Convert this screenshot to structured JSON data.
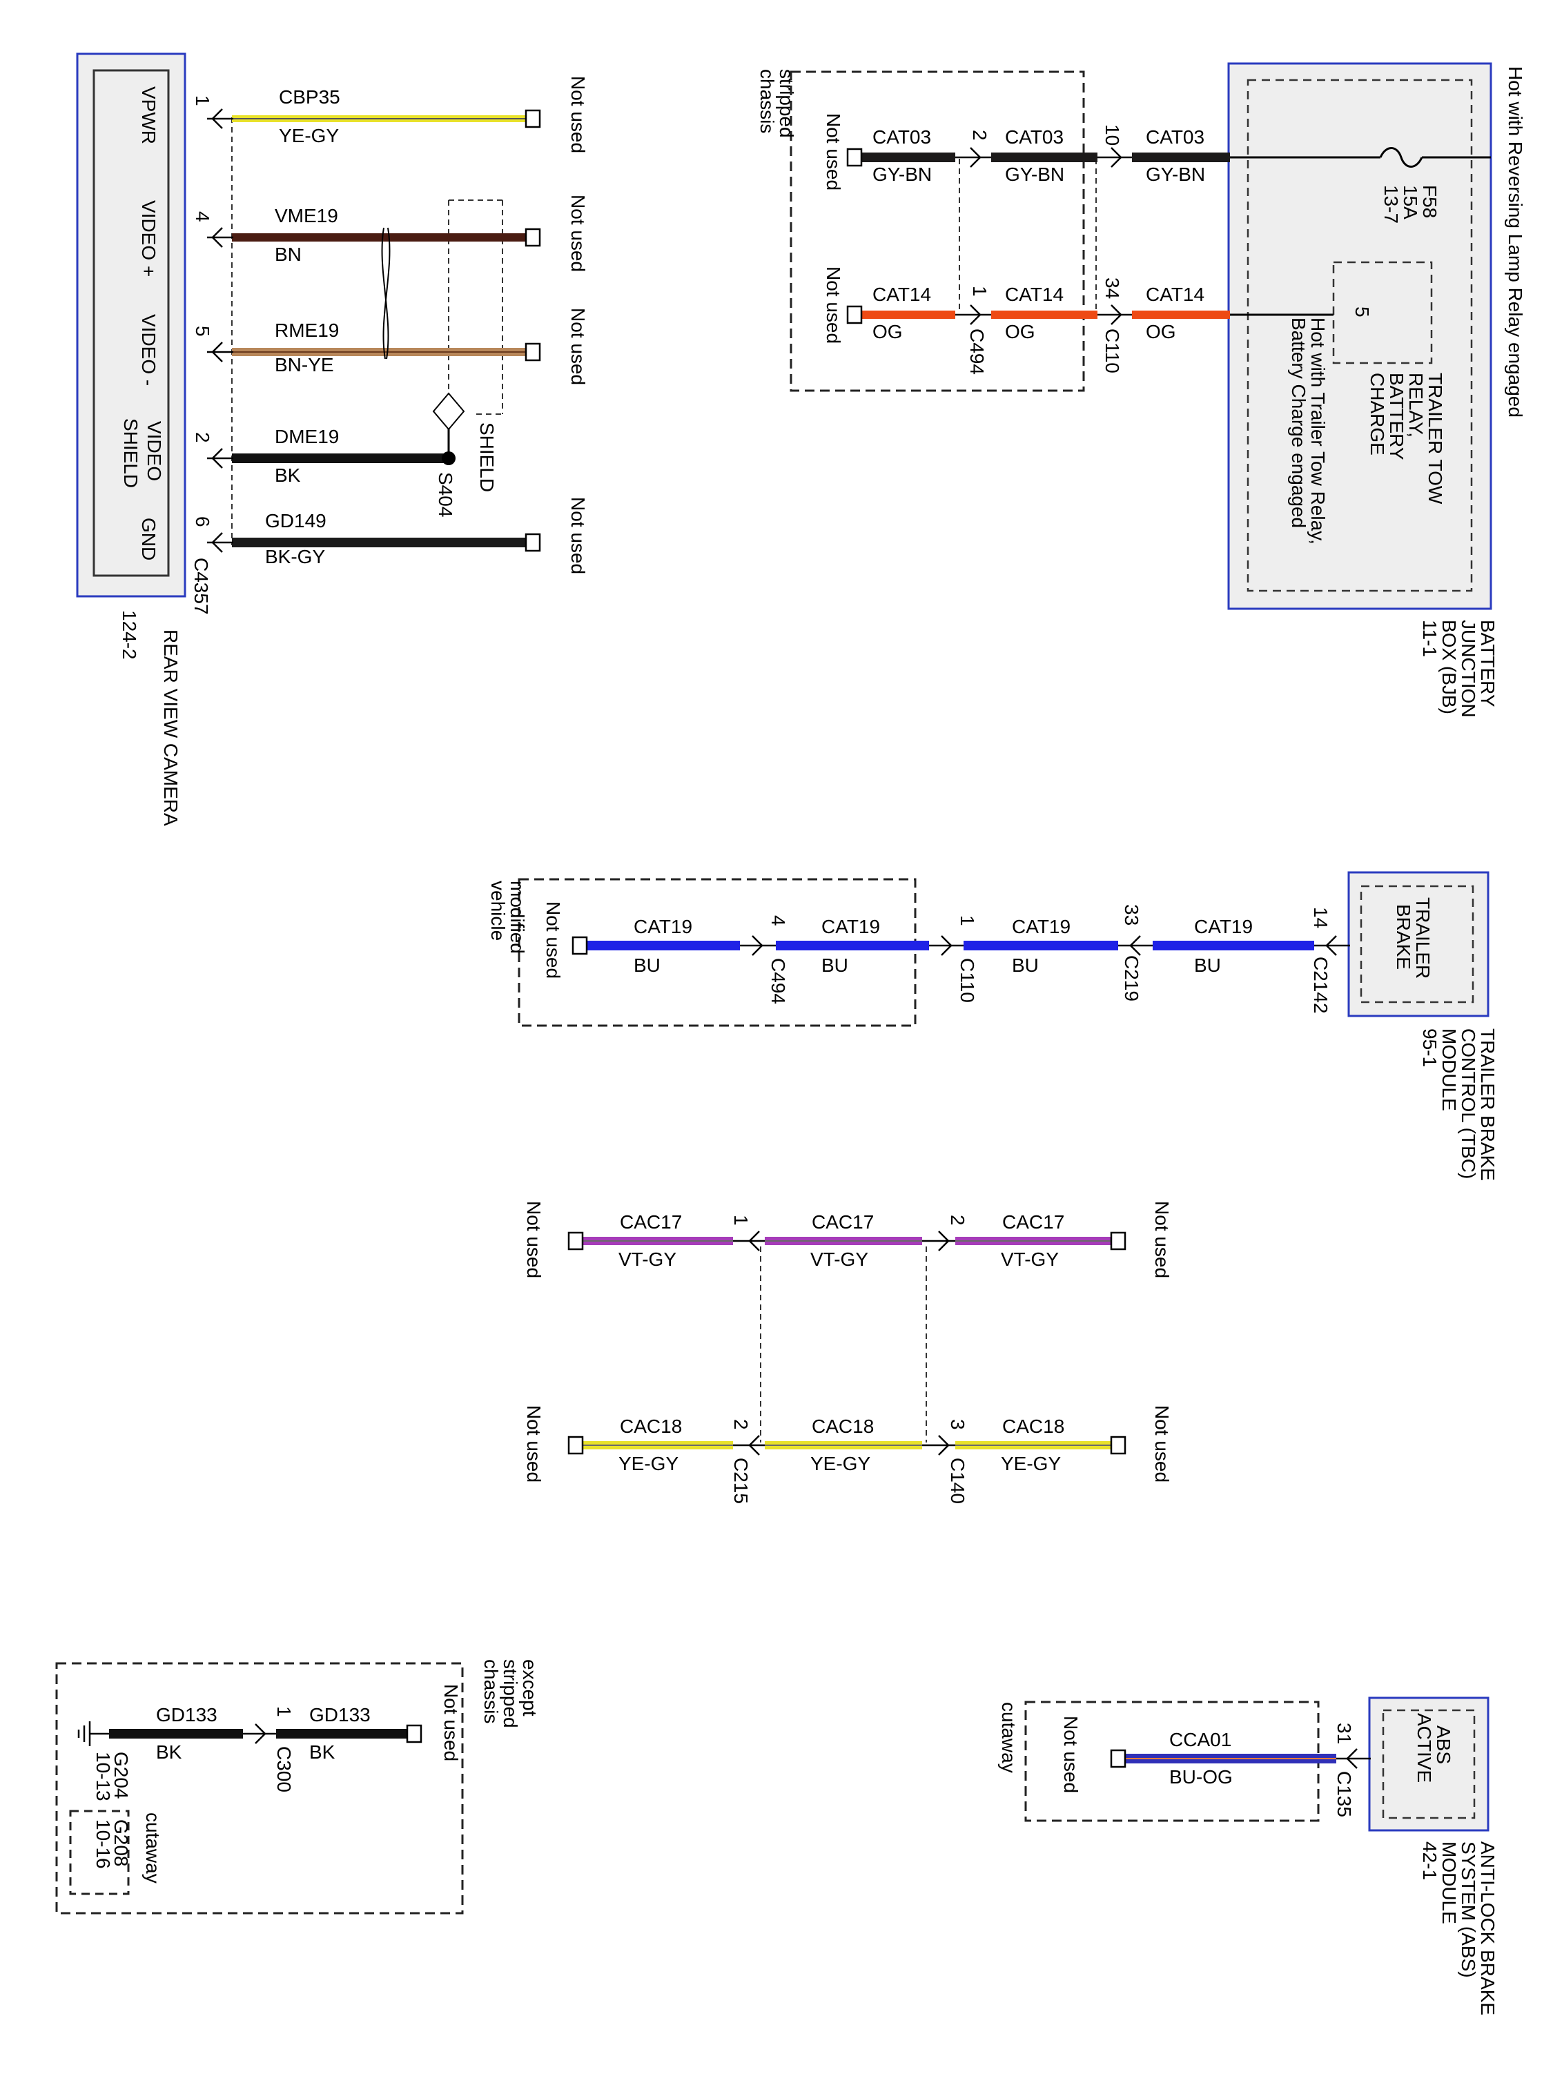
{
  "colors": {
    "frame": "#2a3bbf",
    "module_fill": "#eeeeee",
    "YE-GY": "#e9e22a",
    "BN": "#4a1c12",
    "BN-YE": "#b8875a",
    "BK": "#111111",
    "BK-GY": "#1b1b1b",
    "GY-BN": "#1c1a1a",
    "OG": "#ee4a14",
    "BU": "#1f22e6",
    "VT-GY": "#a63cb9",
    "BU-OG": "#3030b8"
  },
  "common": {
    "not_used": "Not used"
  },
  "rear_camera": {
    "module_name": "REAR VIEW CAMERA",
    "page_ref": "124-2",
    "connector": "C4357",
    "pins": [
      {
        "pin": "1",
        "label": "VPWR",
        "circuit": "CBP35",
        "color": "YE-GY"
      },
      {
        "pin": "4",
        "label": "VIDEO +",
        "circuit": "VME19",
        "color": "BN"
      },
      {
        "pin": "5",
        "label": "VIDEO -",
        "circuit": "RME19",
        "color": "BN-YE"
      },
      {
        "pin": "2",
        "label_1": "VIDEO",
        "label_2": "SHIELD",
        "circuit": "DME19",
        "color": "BK"
      },
      {
        "pin": "6",
        "label": "GND",
        "circuit": "GD149",
        "color": "BK-GY"
      }
    ],
    "shield_label": "SHIELD",
    "splice": "S404"
  },
  "bjb": {
    "module_name_1": "BATTERY",
    "module_name_2": "JUNCTION",
    "module_name_3": "BOX (BJB)",
    "page_ref": "11-1",
    "hot_reversing": "Hot with Reversing Lamp Relay engaged",
    "fuse_id": "F58",
    "fuse_rating": "15A",
    "fuse_ref": "13-7",
    "relay_pin": "5",
    "relay_1": "TRAILER TOW",
    "relay_2": "RELAY,",
    "relay_3": "BATTERY",
    "relay_4": "CHARGE",
    "hot_tow_1": "Hot with Trailer Tow Relay,",
    "hot_tow_2": "Battery Charge engaged",
    "stripped_1": "stripped",
    "stripped_2": "chassis",
    "circuit_a": "CAT03",
    "color_a": "GY-BN",
    "pin_a_c110": "10",
    "pin_a_c494": "2",
    "circuit_b": "CAT14",
    "color_b": "OG",
    "pin_b_c110": "34",
    "pin_b_c494": "1",
    "conn_c110": "C110",
    "conn_c494": "C494"
  },
  "tbc": {
    "module_name_1": "TRAILER BRAKE",
    "module_name_2": "CONTROL (TBC)",
    "module_name_3": "MODULE",
    "page_ref": "95-1",
    "inner_1": "TRAILER",
    "inner_2": "BRAKE",
    "circuit": "CAT19",
    "color": "BU",
    "pin_c2142": "14",
    "conn_c2142": "C2142",
    "pin_c219": "33",
    "conn_c219": "C219",
    "pin_c110": "1",
    "conn_c110": "C110",
    "pin_c494": "4",
    "conn_c494": "C494",
    "modified_1": "modified",
    "modified_2": "vehicle"
  },
  "cac": {
    "circuit_a": "CAC17",
    "color_a": "VT-GY",
    "circuit_b": "CAC18",
    "color_b": "YE-GY",
    "pin_a_c140": "2",
    "pin_a_c215": "1",
    "pin_b_c140": "3",
    "pin_b_c215": "2",
    "conn_c140": "C140",
    "conn_c215": "C215"
  },
  "abs": {
    "module_name_1": "ANTI-LOCK BRAKE",
    "module_name_2": "SYSTEM (ABS)",
    "module_name_3": "MODULE",
    "page_ref": "42-1",
    "inner_1": "ABS",
    "inner_2": "ACTIVE",
    "circuit": "CCA01",
    "color": "BU-OG",
    "pin": "31",
    "conn": "C135",
    "cutaway": "cutaway"
  },
  "ground": {
    "circuit": "GD133",
    "color": "BK",
    "pin": "1",
    "conn": "C300",
    "except_1": "except",
    "except_2": "stripped",
    "except_3": "chassis",
    "g204": "G204",
    "g204_ref": "10-13",
    "g208": "G208",
    "g208_ref": "10-16",
    "cutaway": "cutaway"
  }
}
